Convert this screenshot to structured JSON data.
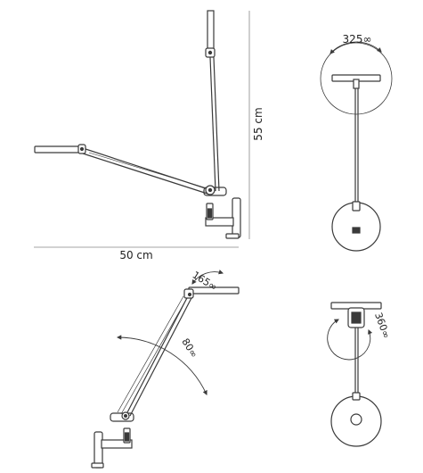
{
  "dimensions": {
    "height_label": "55 cm",
    "width_label": "50 cm"
  },
  "angles": {
    "head_top_view": "325∞",
    "head_side_view": "165∞",
    "arm_side_view": "80∞",
    "base_front_view": "360∞"
  },
  "colors": {
    "line": "#3a3a3a",
    "fill": "#ffffff",
    "text": "#222222"
  }
}
